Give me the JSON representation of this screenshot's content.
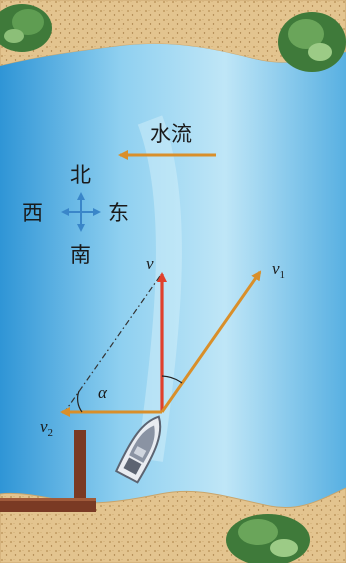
{
  "labels": {
    "current": "水流",
    "north": "北",
    "south": "南",
    "west": "西",
    "east": "东",
    "v_main": "v",
    "v1_main": "v",
    "v1_sub": "1",
    "v2_main": "v",
    "v2_sub": "2",
    "alpha": "α"
  },
  "icons": {
    "compass": "compass-cross-icon",
    "boat": "boat-icon",
    "bush": "bush-icon"
  },
  "colors": {
    "water": "#5fb4e4",
    "water_light": "#a9dcf4",
    "sand": "#e3c48f",
    "orange_vector": "#d98f2a",
    "red_vector": "#e0402c",
    "compass": "#3a86c9",
    "dock": "#7a3a24",
    "bush": "#3f7a3a"
  }
}
